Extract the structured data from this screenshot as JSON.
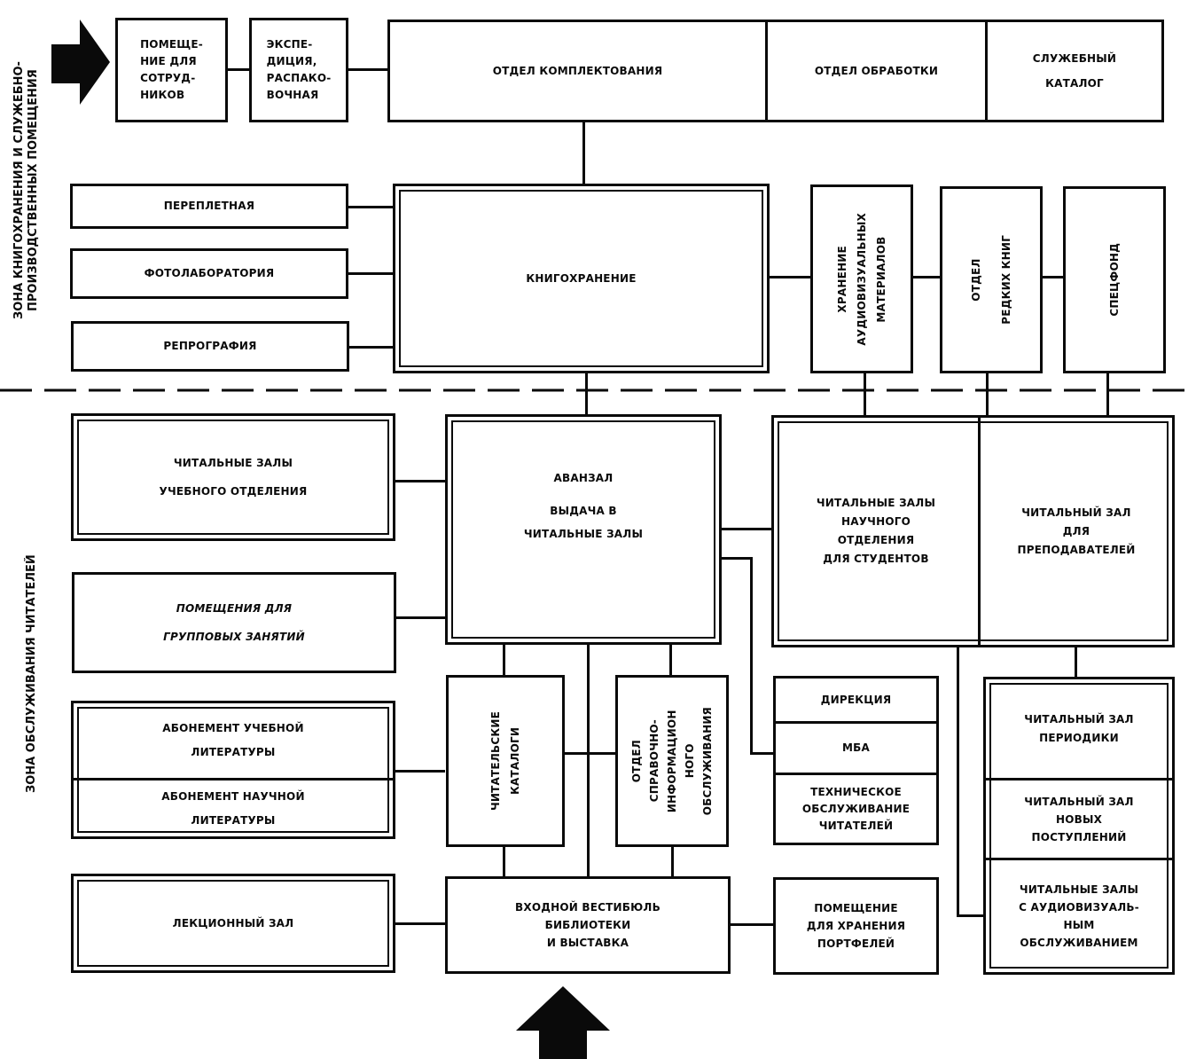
{
  "diagram": {
    "type": "library functional zoning scheme",
    "zones": {
      "upper": "Зона книгохранения и служебно-\nпроизводственных помещения",
      "lower": "Зона обслуживания читателей"
    },
    "arrows": {
      "staff_entry": "arrow-right",
      "reader_entry": "arrow-up"
    },
    "top_row": {
      "staff_room": "Помеще-\nние для\nсотруд-\nников",
      "expedition": "Экспе-\nдиция,\nраспако-\nвочная",
      "acquisition": "Отдел комплектования",
      "processing": "Отдел обработки",
      "service_catalog": "Служебный\nкаталог"
    },
    "storage_row": {
      "bindery": "Переплетная",
      "photolab": "Фотолаборатория",
      "reprography": "Репрография",
      "book_storage": "Книгохранение",
      "av_storage": "Хранение\nаудиовизуальных\nматериалов",
      "rare_books": "Отдел\nредких книг",
      "special_fund": "Спецфонд"
    },
    "reader_zone": {
      "study_reading_rooms": "Читальные залы\nучебного отделения",
      "group_rooms": "Помещения для\nгрупповых занятий",
      "loan_study": "Абонемент учебной\nлитературы",
      "loan_science": "Абонемент научной\nлитературы",
      "lecture_hall": "Лекционный зал",
      "anteroom": "Аванзал",
      "issue_desk": "Выдача в\nчитальные залы",
      "science_reading_rooms": "Читальные залы\nнаучного\nотделения\nдля студентов",
      "teachers_room": "Читальный зал\nдля\nпреподавателей",
      "reader_catalogs": "Читательские\nкаталоги",
      "reference_dept": "Отдел\nсправочно-\nинформацион\nного\nобслуживания",
      "directorate": "Дирекция",
      "mba": "МБА",
      "technical_service": "Техническое\nобслуживание\nчитателей",
      "periodicals_room": "Читальный зал\nпериодики",
      "new_arrivals_room": "Читальный зал\nновых\nпоступлений",
      "av_rooms": "Читальные залы\nс аудиовизуаль-\nным\nобслуживанием",
      "entrance_hall": "Входной вестибюль\nбиблиотеки\nи выставка",
      "bag_storage": "Помещение\nдля хранения\nпортфелей"
    }
  }
}
